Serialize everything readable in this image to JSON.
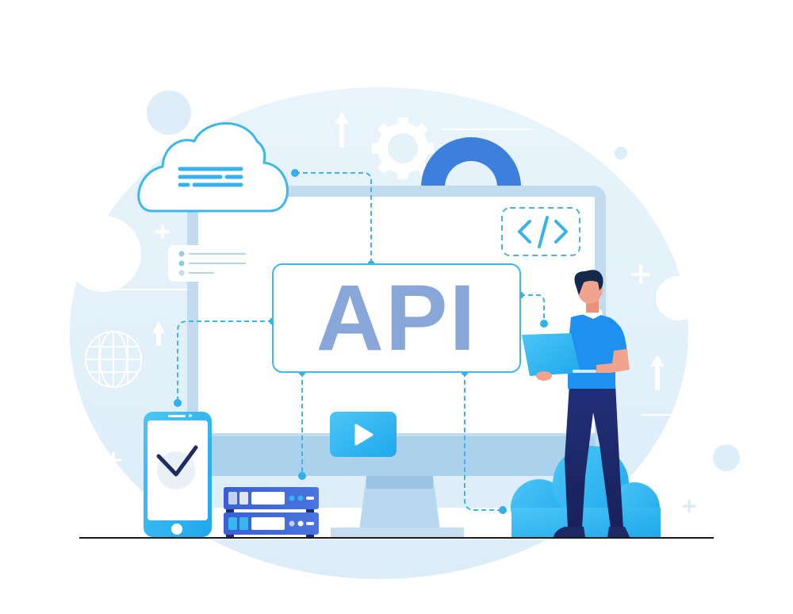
{
  "illustration": {
    "title_text": "API",
    "theme": "API integration concept",
    "colors": {
      "background": "#ffffff",
      "backdrop_circle": "#e3f1fa",
      "monitor_frame": "#c2dcef",
      "monitor_screen": "#ffffff",
      "monitor_band": "#acd1ec",
      "accent_cyan": "#34b4ee",
      "api_text": "#88a6d8",
      "gear_blue": "#3c7fdc",
      "server_blue": "#3d63d6",
      "shirt_blue": "#1f8ff0",
      "pants_navy": "#1e2b6e",
      "skin": "#f1a38e",
      "hair": "#15294a",
      "ground_line": "#1a1a1a"
    },
    "elements": [
      "cloud-with-text-lines",
      "white-gear",
      "blue-gear",
      "code-tag-box",
      "api-box",
      "list-card",
      "globe",
      "smartphone-with-checkmark",
      "server-rack",
      "video-play-button",
      "man-with-laptop",
      "blue-cloud",
      "up-arrows",
      "plus-signs"
    ],
    "code_icon_glyph": "</>"
  }
}
